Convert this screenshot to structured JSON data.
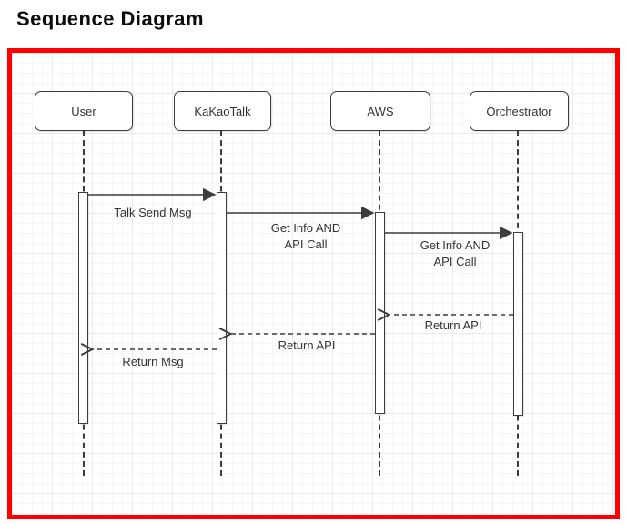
{
  "page_title": "Sequence Diagram",
  "colors": {
    "panel_border": "#ff0000",
    "shape_stroke": "#3c3c3c",
    "text": "#333333",
    "grid_major": "#ebebeb",
    "grid_minor": "#f7f7f7"
  },
  "diagram": {
    "actors": [
      {
        "label": "User"
      },
      {
        "label": "KaKaoTalk"
      },
      {
        "label": "AWS"
      },
      {
        "label": "Orchestrator"
      }
    ],
    "messages": [
      {
        "label": "Talk Send Msg",
        "from": "User",
        "to": "KaKaoTalk",
        "line": "solid"
      },
      {
        "label": "Get Info AND\nAPI Call",
        "from": "KaKaoTalk",
        "to": "AWS",
        "line": "solid"
      },
      {
        "label": "Get Info AND\nAPI Call",
        "from": "AWS",
        "to": "Orchestrator",
        "line": "solid"
      },
      {
        "label": "Return API",
        "from": "Orchestrator",
        "to": "AWS",
        "line": "dashed"
      },
      {
        "label": "Return API",
        "from": "AWS",
        "to": "KaKaoTalk",
        "line": "dashed"
      },
      {
        "label": "Return Msg",
        "from": "KaKaoTalk",
        "to": "User",
        "line": "dashed"
      }
    ]
  }
}
